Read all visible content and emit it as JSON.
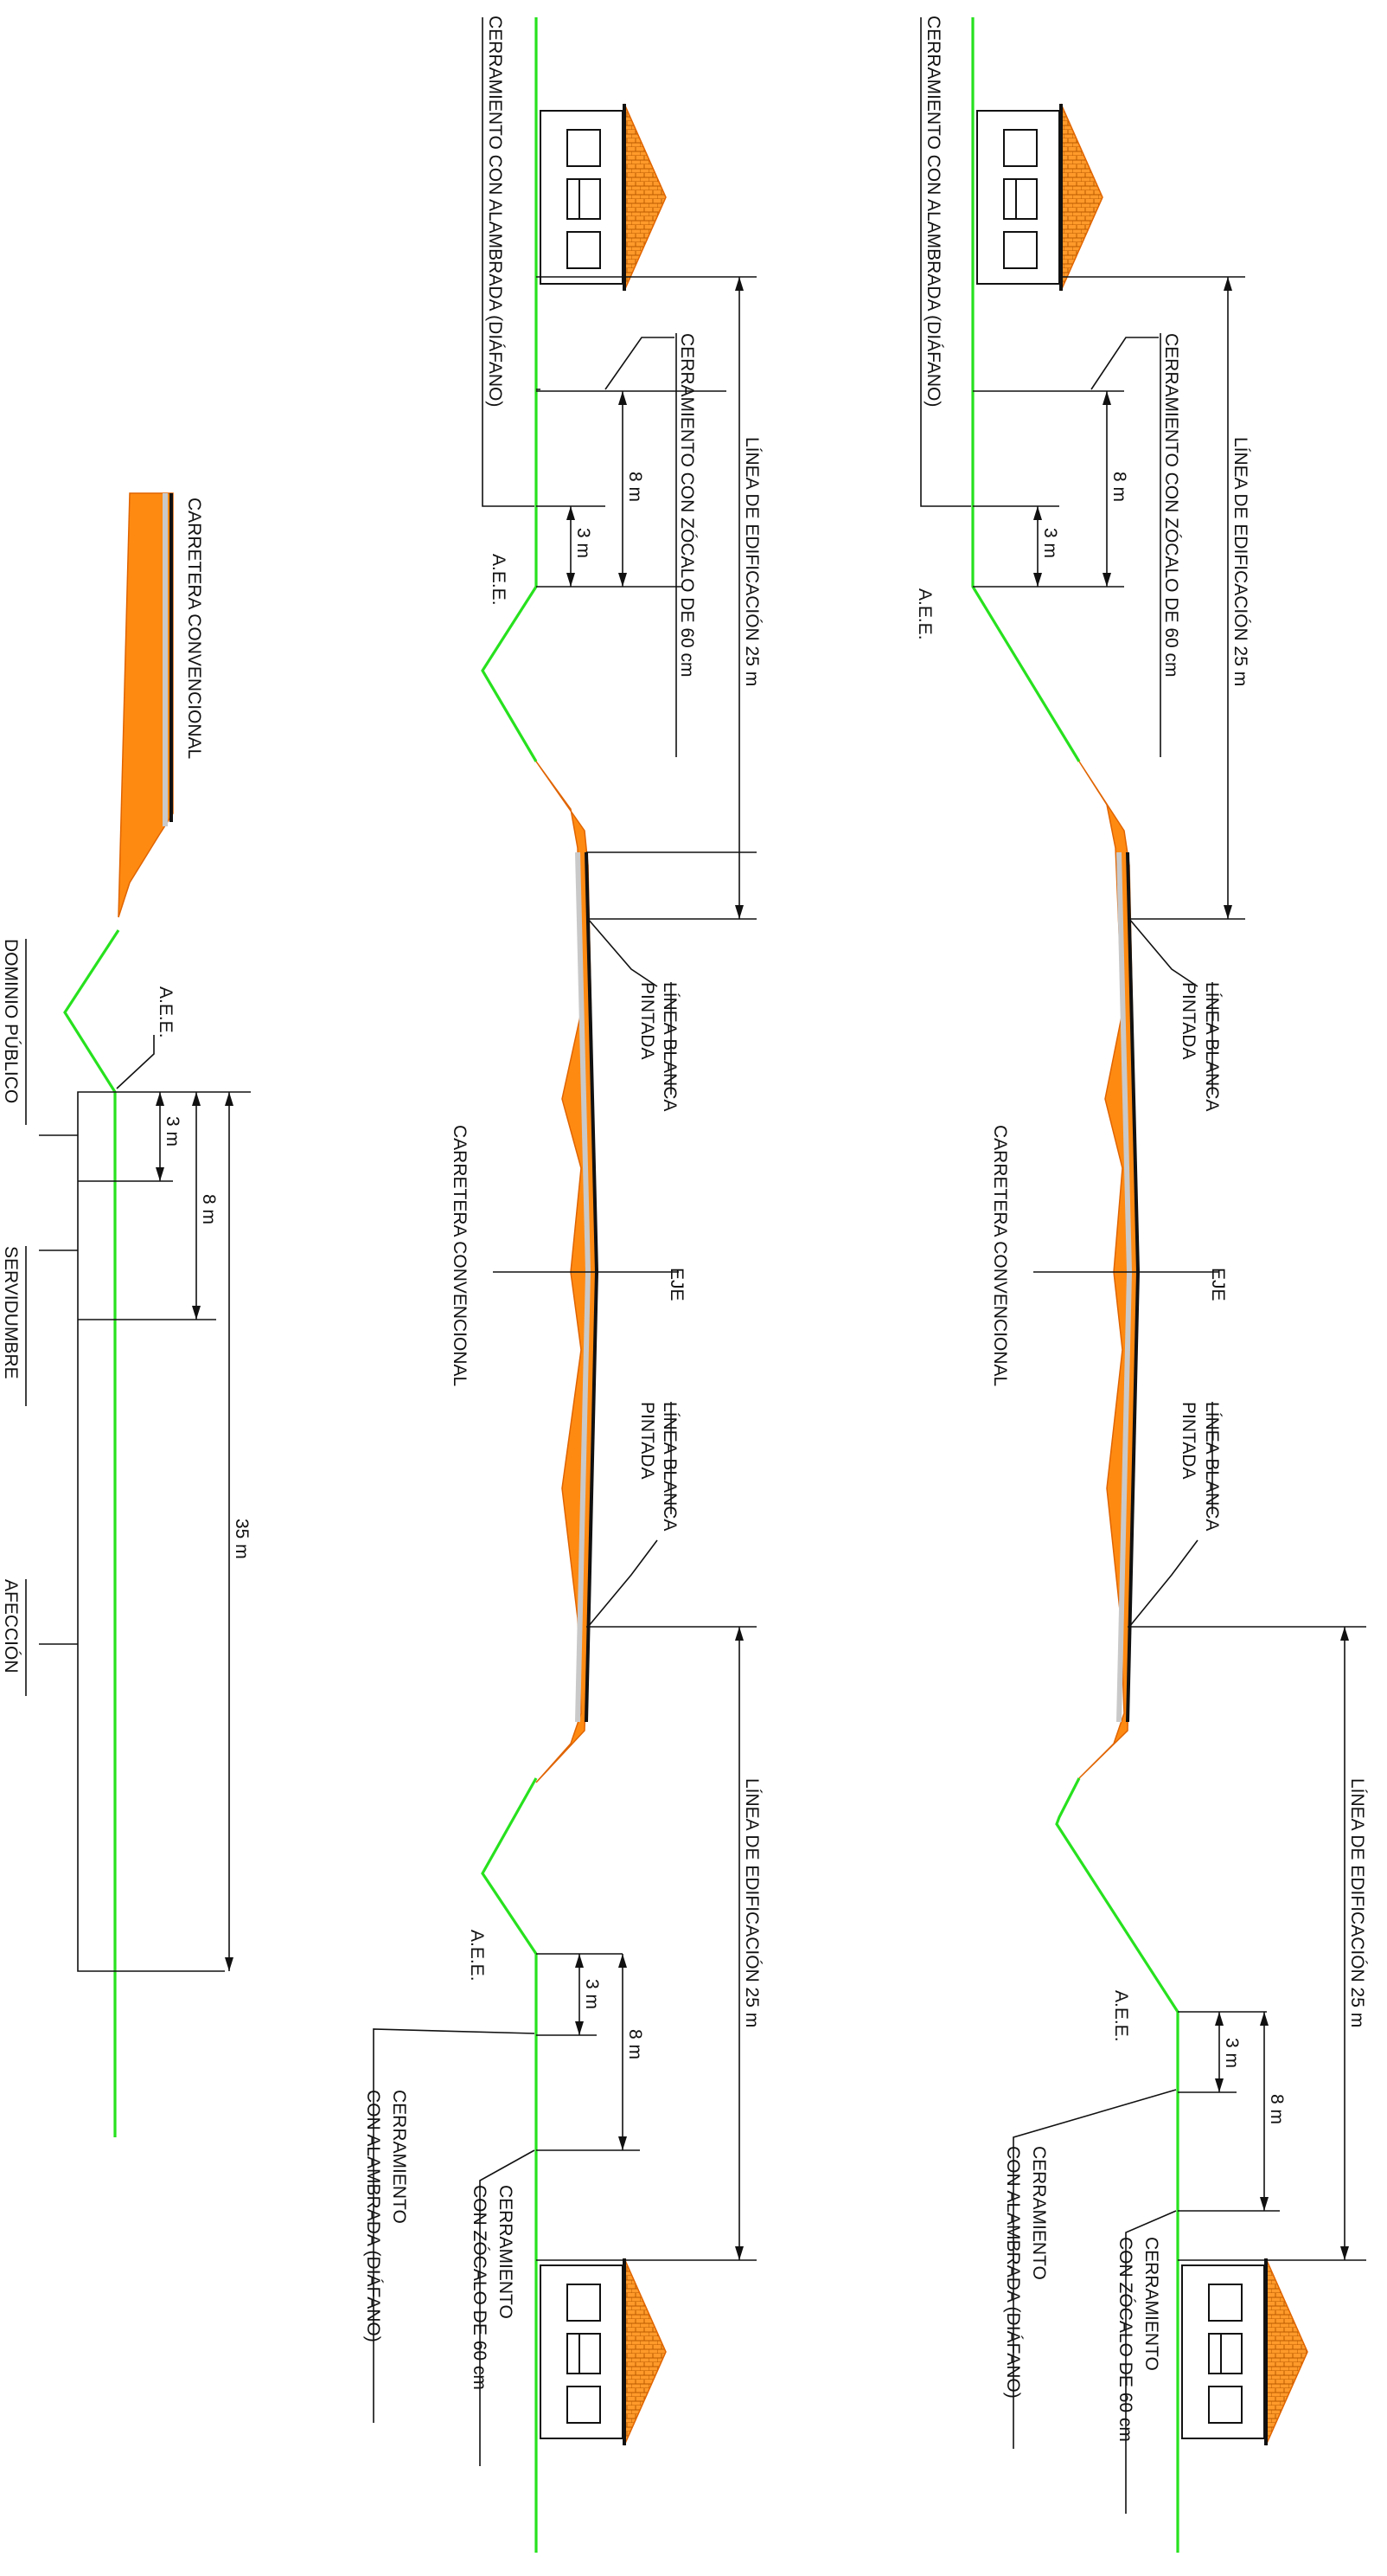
{
  "colors": {
    "terrain": "#27e11e",
    "embankment": "#ff8a12",
    "embankment_dark": "#e06400",
    "shoulder": "#c9c9c9",
    "asphalt": "#111111",
    "line": "#111111"
  },
  "left_section": {
    "road_label": "CARRETERA CONVENCIONAL",
    "aee_label": "A.E.E.",
    "dim_3": "3 m",
    "dim_8": "8 m",
    "dim_35": "35 m",
    "zone_dominio": "DOMINIO PÚBLICO",
    "zone_servidumbre": "SERVIDUMBRE",
    "zone_afeccion": "AFECCIÓN"
  },
  "middle_section": {
    "road_label": "CARRETERA CONVENCIONAL",
    "eje_label": "EJE",
    "white_line_top": [
      "LÍNEA BLANCA",
      "PINTADA"
    ],
    "white_line_bottom": [
      "LÍNEA BLANCA",
      "PINTADA"
    ],
    "top_side": {
      "fence_wire": "CERRAMIENTO CON ALAMBRADA (DIÁFANO)",
      "fence_plinth": "CERRAMIENTO CON ZÓCALO DE 60 cm",
      "building_line": "LÍNEA DE EDIFICACIÓN 25 m",
      "aee": "A.E.E.",
      "dim_3": "3 m",
      "dim_8": "8 m"
    },
    "bottom_side": {
      "fence_wire": [
        "CERRAMIENTO",
        "CON ALAMBRADA (DIÁFANO)"
      ],
      "fence_plinth": [
        "CERRAMIENTO",
        "CON ZÓCALO DE 60 cm"
      ],
      "building_line": "LÍNEA DE EDIFICACIÓN 25 m",
      "aee": "A.E.E.",
      "dim_3": "3 m",
      "dim_8": "8 m"
    }
  },
  "right_section": {
    "road_label": "CARRETERA CONVENCIONAL",
    "eje_label": "EJE",
    "white_line_top": [
      "LÍNEA BLANCA",
      "PINTADA"
    ],
    "white_line_bottom": [
      "LÍNEA BLANCA",
      "PINTADA"
    ],
    "top_side": {
      "fence_wire": "CERRAMIENTO CON ALAMBRADA (DIÁFANO)",
      "fence_plinth": "CERRAMIENTO CON ZÓCALO DE 60 cm",
      "building_line": "LÍNEA DE EDIFICACIÓN 25 m",
      "aee": "A.E.E.",
      "dim_3": "3 m",
      "dim_8": "8 m"
    },
    "bottom_side": {
      "fence_wire": [
        "CERRAMIENTO",
        "CON ALAMBRADA (DIÁFANO)"
      ],
      "fence_plinth": [
        "CERRAMIENTO",
        "CON ZÓCALO DE 60 cm"
      ],
      "building_line": "LÍNEA DE EDIFICACIÓN 25 m",
      "aee": "A.E.E.",
      "dim_3": "3 m",
      "dim_8": "8 m"
    }
  }
}
